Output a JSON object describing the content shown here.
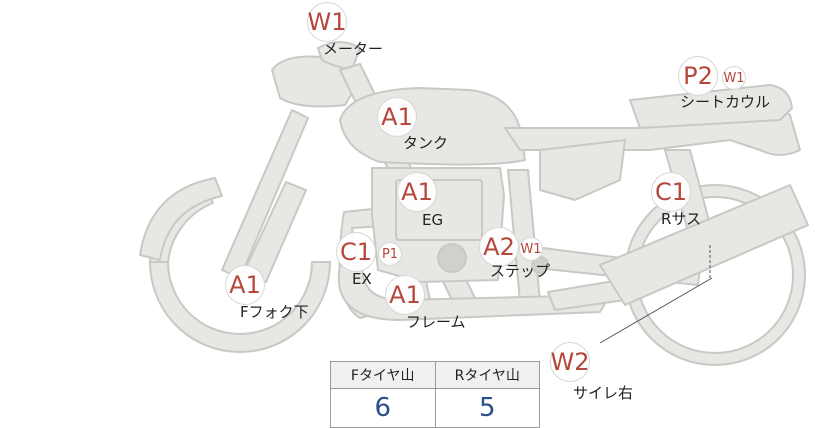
{
  "parts": {
    "meter": {
      "label": "メーター",
      "grade": "W1"
    },
    "tank": {
      "label": "タンク",
      "grade": "A1"
    },
    "seat_cowl": {
      "label": "シートカウル",
      "grade": "P2",
      "sub": "W1"
    },
    "engine": {
      "label": "EG",
      "grade": "A1"
    },
    "rear_suspension": {
      "label": "Rサス",
      "grade": "C1"
    },
    "exhaust": {
      "label": "EX",
      "grade": "C1",
      "sub": "P1"
    },
    "step": {
      "label": "ステップ",
      "grade": "A2",
      "sub": "W1"
    },
    "front_fork": {
      "label": "Fフォク下",
      "grade": "A1"
    },
    "frame": {
      "label": "フレーム",
      "grade": "A1"
    },
    "muffler_right": {
      "label": "サイレ右",
      "grade": "W2"
    }
  },
  "tread": {
    "front_header": "Fタイヤ山",
    "rear_header": "Rタイヤ山",
    "front_value": "6",
    "rear_value": "5"
  },
  "colors": {
    "grade": "#b5473c",
    "value": "#2d4d8a",
    "bike_fill": "#e7e7e4",
    "bike_stroke": "#c8c8c5"
  }
}
